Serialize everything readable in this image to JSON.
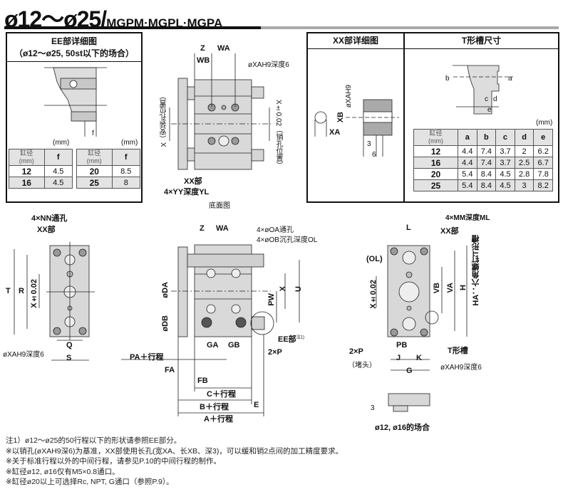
{
  "title": {
    "main": "ø12～ø25/",
    "models": "MGPM·MGPL·MGPA"
  },
  "ee_detail": {
    "heading_line1": "EE部详细图",
    "heading_line2": "（ø12～ø25, 50st以下的场合）",
    "dim_label": "f",
    "unit": "(mm)",
    "table_headers": [
      "缸径\n(mm)",
      "f"
    ],
    "left_rows": [
      [
        "12",
        "4.5"
      ],
      [
        "16",
        "4.5"
      ]
    ],
    "right_rows": [
      [
        "20",
        "8.5"
      ],
      [
        "25",
        "8"
      ]
    ]
  },
  "bottom_view": {
    "labels": {
      "z": "Z",
      "wa": "WA",
      "wb": "WB",
      "xa_hole": "øXAH9深度6",
      "x_mount": "X（安装孔位置）",
      "x_pin": "X±0.02（销孔位置）",
      "xx": "XX部",
      "yy": "4×YY深度YL",
      "caption": "底面图"
    }
  },
  "xx_detail": {
    "heading": "XX部详细图",
    "labels": {
      "xah9": "øXAH9",
      "xb": "XB",
      "xa": "XA",
      "d3": "3",
      "d6": "6"
    }
  },
  "t_slot": {
    "heading": "T形槽尺寸",
    "unit": "(mm)",
    "dims": [
      "a",
      "b",
      "c",
      "d",
      "e"
    ],
    "table_headers": [
      "缸径\n(mm)",
      "a",
      "b",
      "c",
      "d",
      "e"
    ],
    "rows": [
      [
        "12",
        "4.4",
        "7.4",
        "3.7",
        "2",
        "6.2"
      ],
      [
        "16",
        "4.4",
        "7.4",
        "3.7",
        "2.5",
        "6.7"
      ],
      [
        "20",
        "5.4",
        "8.4",
        "4.5",
        "2.8",
        "7.8"
      ],
      [
        "25",
        "5.4",
        "8.4",
        "4.5",
        "3",
        "8.2"
      ]
    ]
  },
  "left_view": {
    "labels": {
      "nn": "4×NN通孔",
      "xx": "XX部",
      "t": "T",
      "r": "R",
      "x": "X±0.02",
      "q": "Q",
      "s": "S",
      "xa": "øXAH9深度6"
    }
  },
  "front_view": {
    "labels": {
      "z": "Z",
      "wa": "WA",
      "oa": "4×øOA通孔",
      "ob": "4×øOB沉孔深度OL",
      "da": "øDA",
      "db": "øDB",
      "x": "X",
      "u": "U",
      "pw": "PW",
      "ga": "GA",
      "gb": "GB",
      "ee": "EE部",
      "ee_note": "注1)",
      "p": "2×P",
      "pa": "PA＋行程",
      "fa": "FA",
      "fb": "FB",
      "c": "C＋行程",
      "b": "B＋行程",
      "e": "E",
      "a": "A＋行程"
    }
  },
  "right_view": {
    "labels": {
      "mm": "4×MM深度ML",
      "l": "L",
      "xx": "XX部",
      "ol": "(OL)",
      "x": "X±0.02",
      "vb": "VB",
      "va": "VA",
      "h": "H",
      "ha": "HA：六角螺钉T形槽",
      "tslot": "T形槽",
      "pb": "PB",
      "j": "J",
      "k": "K",
      "p": "2×P",
      "plug": "（堵头）",
      "xa": "øXAH9深度6",
      "g": "G",
      "d3": "3",
      "caption": "ø12, ø16的场合"
    }
  },
  "notes": [
    "注1）ø12～ø25的50行程以下的形状请参照EE部分。",
    "※以销孔(øXAH9深6)为基准，XX部使用长孔(宽XA、长XB、深3)，可以缓和销2点间的加工精度要求。",
    "※关于标准行程以外的中间行程，请参见P.10的中间行程的制作。",
    "※缸径ø12, ø16仅有M5×0.8通口。",
    "※缸径ø20以上可选择Rc, NPT, G通口（参照P.9）。"
  ]
}
